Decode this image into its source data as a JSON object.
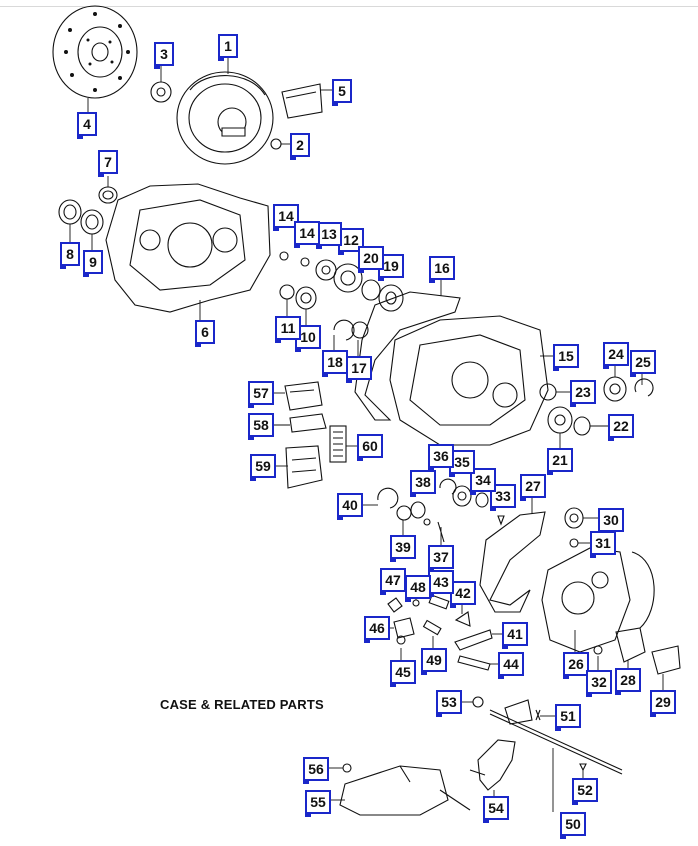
{
  "caption": "CASE & RELATED PARTS",
  "accent_color": "#1a27c9",
  "callouts": [
    {
      "id": "c1",
      "label": "1"
    },
    {
      "id": "c2",
      "label": "2"
    },
    {
      "id": "c3",
      "label": "3"
    },
    {
      "id": "c4",
      "label": "4"
    },
    {
      "id": "c5",
      "label": "5"
    },
    {
      "id": "c6",
      "label": "6"
    },
    {
      "id": "c7",
      "label": "7"
    },
    {
      "id": "c8",
      "label": "8"
    },
    {
      "id": "c9",
      "label": "9"
    },
    {
      "id": "c10",
      "label": "10"
    },
    {
      "id": "c11",
      "label": "11"
    },
    {
      "id": "c12",
      "label": "12"
    },
    {
      "id": "c13",
      "label": "13"
    },
    {
      "id": "c14a",
      "label": "14"
    },
    {
      "id": "c14b",
      "label": "14"
    },
    {
      "id": "c15",
      "label": "15"
    },
    {
      "id": "c16",
      "label": "16"
    },
    {
      "id": "c17",
      "label": "17"
    },
    {
      "id": "c18",
      "label": "18"
    },
    {
      "id": "c19",
      "label": "19"
    },
    {
      "id": "c20",
      "label": "20"
    },
    {
      "id": "c21",
      "label": "21"
    },
    {
      "id": "c22",
      "label": "22"
    },
    {
      "id": "c23",
      "label": "23"
    },
    {
      "id": "c24",
      "label": "24"
    },
    {
      "id": "c25",
      "label": "25"
    },
    {
      "id": "c26",
      "label": "26"
    },
    {
      "id": "c27",
      "label": "27"
    },
    {
      "id": "c28",
      "label": "28"
    },
    {
      "id": "c29",
      "label": "29"
    },
    {
      "id": "c30",
      "label": "30"
    },
    {
      "id": "c31",
      "label": "31"
    },
    {
      "id": "c32",
      "label": "32"
    },
    {
      "id": "c33",
      "label": "33"
    },
    {
      "id": "c34",
      "label": "34"
    },
    {
      "id": "c35",
      "label": "35"
    },
    {
      "id": "c36",
      "label": "36"
    },
    {
      "id": "c37",
      "label": "37"
    },
    {
      "id": "c38",
      "label": "38"
    },
    {
      "id": "c39",
      "label": "39"
    },
    {
      "id": "c40",
      "label": "40"
    },
    {
      "id": "c41",
      "label": "41"
    },
    {
      "id": "c42",
      "label": "42"
    },
    {
      "id": "c43",
      "label": "43"
    },
    {
      "id": "c44",
      "label": "44"
    },
    {
      "id": "c45",
      "label": "45"
    },
    {
      "id": "c46",
      "label": "46"
    },
    {
      "id": "c47",
      "label": "47"
    },
    {
      "id": "c48",
      "label": "48"
    },
    {
      "id": "c49",
      "label": "49"
    },
    {
      "id": "c50",
      "label": "50"
    },
    {
      "id": "c51",
      "label": "51"
    },
    {
      "id": "c52",
      "label": "52"
    },
    {
      "id": "c53",
      "label": "53"
    },
    {
      "id": "c54",
      "label": "54"
    },
    {
      "id": "c55",
      "label": "55"
    },
    {
      "id": "c56",
      "label": "56"
    },
    {
      "id": "c57",
      "label": "57"
    },
    {
      "id": "c58",
      "label": "58"
    },
    {
      "id": "c59",
      "label": "59"
    },
    {
      "id": "c60",
      "label": "60"
    }
  ]
}
